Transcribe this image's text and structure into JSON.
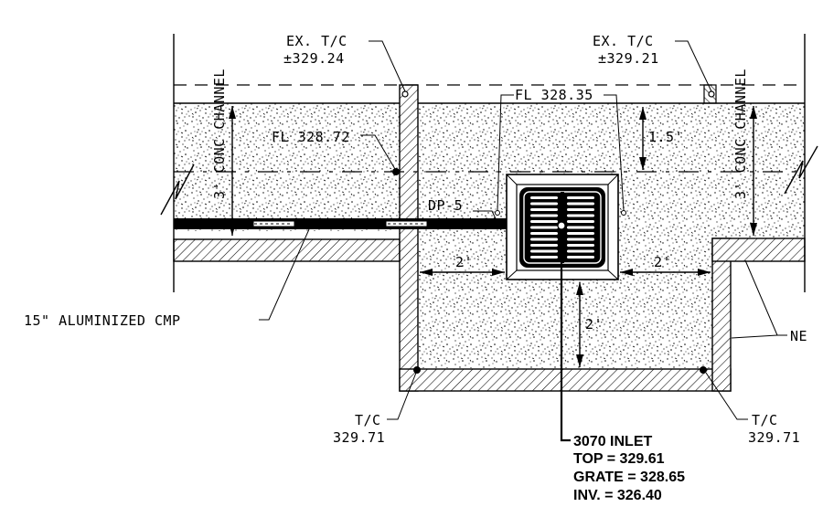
{
  "labels": {
    "ex_tc_left_title": "EX. T/C",
    "ex_tc_left_value": "±329.24",
    "ex_tc_right_title": "EX. T/C",
    "ex_tc_right_value": "±329.21",
    "fl_right": "FL 328.35",
    "fl_left": "FL 328.72",
    "conc_channel_left": "3' CONC CHANNEL",
    "conc_channel_right": "3' CONC CHANNEL",
    "dim_1_5": "1.5'",
    "dp_label": "DP-5",
    "dim_2_left": "2'",
    "dim_2_right": "2'",
    "dim_2_vertical": "2'",
    "pipe_label": "15\" ALUMINIZED CMP",
    "new_label": "NE",
    "tc_left_title": "T/C",
    "tc_left_value": "329.71",
    "tc_right_title": "T/C",
    "tc_right_value": "329.71",
    "inlet_title": "3070 INLET",
    "inlet_top": "TOP = 329.61",
    "inlet_grate": "GRATE = 328.65",
    "inlet_inv": "INV. = 326.40"
  }
}
